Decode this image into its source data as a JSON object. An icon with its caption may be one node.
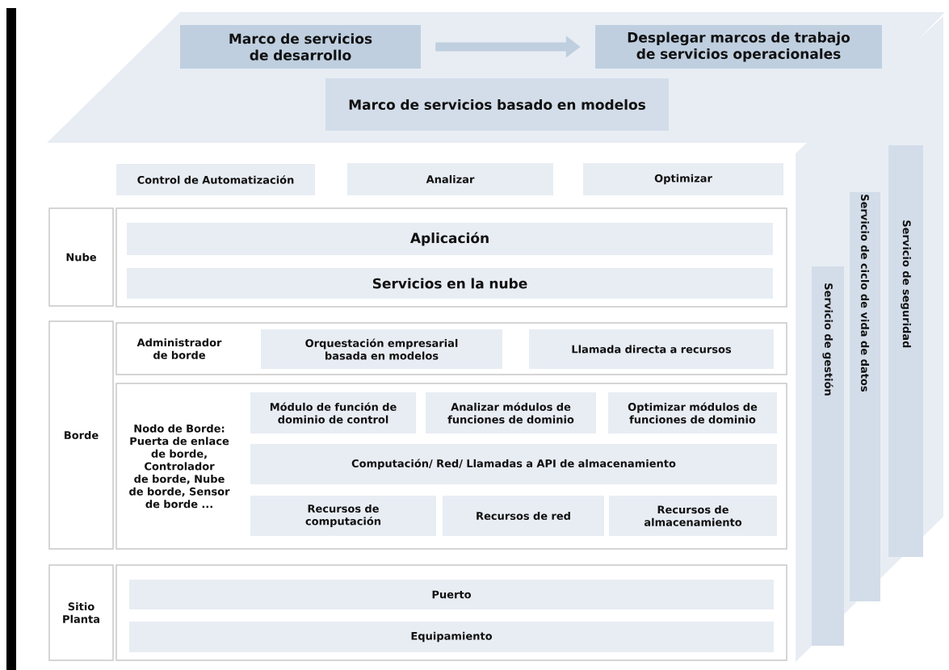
{
  "diagram": {
    "nodes": [
      {
        "text": [
          "Marco de servicios de desarrollo"
        ]
      },
      {
        "text": [
          "Desplegar marcos de trabajo de servicios operacionales"
        ]
      },
      {
        "text": [
          "Marco de servicios basado en modelos"
        ]
      },
      {
        "text": [
          "Control de Automatización"
        ]
      },
      {
        "text": [
          "Analizar"
        ]
      },
      {
        "text": [
          "Optimizar"
        ]
      },
      {
        "text": [
          "Nube"
        ]
      },
      {
        "text": [],
        "shape": "box"
      },
      {
        "text": [
          "Aplicación"
        ],
        "in": 7
      },
      {
        "text": [
          "Servicios en la nube"
        ],
        "in": 7
      },
      {
        "text": [
          "Borde"
        ]
      },
      {
        "text": [
          "Administrador de borde"
        ]
      },
      {
        "text": [
          "Orquestación empresarial basada en modelos"
        ],
        "in": 11
      },
      {
        "text": [
          "Llamada directa a recursos"
        ],
        "in": 11
      },
      {
        "text": [
          "Nodo de Borde: Puerta de enlace de borde, Controlador de borde, Nube de borde, Sensor de borde ..."
        ]
      },
      {
        "text": [
          "Módulo de función de dominio de control"
        ],
        "in": 14
      },
      {
        "text": [
          "Analizar módulos de funciones de dominio"
        ],
        "in": 14
      },
      {
        "text": [
          "Optimizar módulos de funciones de dominio"
        ],
        "in": 14
      },
      {
        "text": [
          "Computación/ Red/ Llamadas a API de almacenamiento"
        ],
        "in": 14
      },
      {
        "text": [
          "Recursos de computación"
        ],
        "in": 14
      },
      {
        "text": [
          "Recursos de red"
        ],
        "in": 14
      },
      {
        "text": [
          "Recursos de almacenamiento"
        ],
        "in": 14
      },
      {
        "text": [
          "Sitio Planta"
        ]
      },
      {
        "text": [],
        "shape": "box"
      },
      {
        "text": [
          "Puerto"
        ],
        "in": 23
      },
      {
        "text": [
          "Equipamiento"
        ],
        "in": 23
      },
      {
        "text": [
          "Servicio de gestión"
        ]
      },
      {
        "text": [
          "Servicio de ciclo de vida de datos"
        ]
      },
      {
        "text": [
          "Servicio de seguridad"
        ]
      }
    ],
    "edges": [
      {
        "from": 0,
        "to": 1,
        "arrow": "to"
      }
    ]
  }
}
